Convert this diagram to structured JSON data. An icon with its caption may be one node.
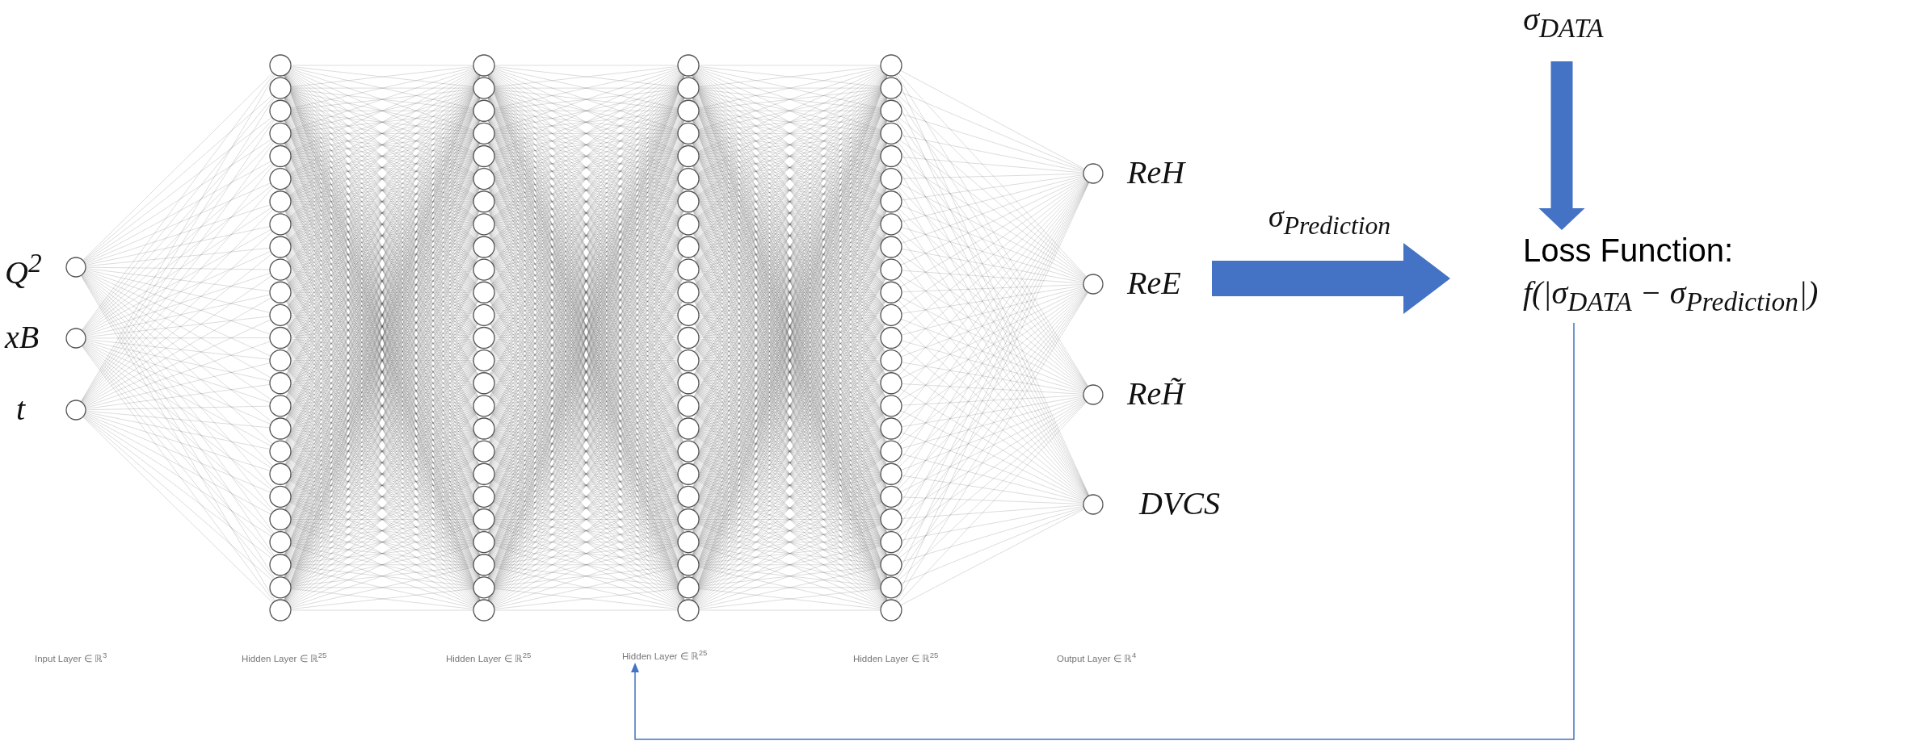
{
  "diagram": {
    "nodes": [
      {
        "text": [],
        "shape": "picture",
        "beside": [
          "Q$^{2}$",
          "xB",
          "t",
          "ReH",
          "ReE",
          "ReH̃",
          "DVCS"
        ]
      },
      {
        "text": [
          "σ$_{DATA}$"
        ]
      },
      {
        "text": [
          "Loss Function:",
          "f(|σ$_{DATA}$ − σ$_{Prediction}$|)"
        ]
      },
      {
        "text": [
          "Hidden Layer ∈ ℝ$^{25}$"
        ]
      }
    ],
    "edges": [
      {
        "from": 0,
        "to": 2,
        "arrow": "to",
        "label": "σ$_{Prediction}$",
        "style": "thick"
      },
      {
        "from": 1,
        "to": 2,
        "arrow": "to",
        "style": "thick"
      },
      {
        "from": 2,
        "to": 3,
        "arrow": "to"
      }
    ],
    "labels": [
      "Input Layer ∈ ℝ$^{3}$",
      "Hidden Layer ∈ ℝ$^{25}$",
      "Hidden Layer ∈ ℝ$^{25}$",
      "Hidden Layer ∈ ℝ$^{25}$",
      "Output Layer ∈ ℝ$^{4}$"
    ]
  }
}
